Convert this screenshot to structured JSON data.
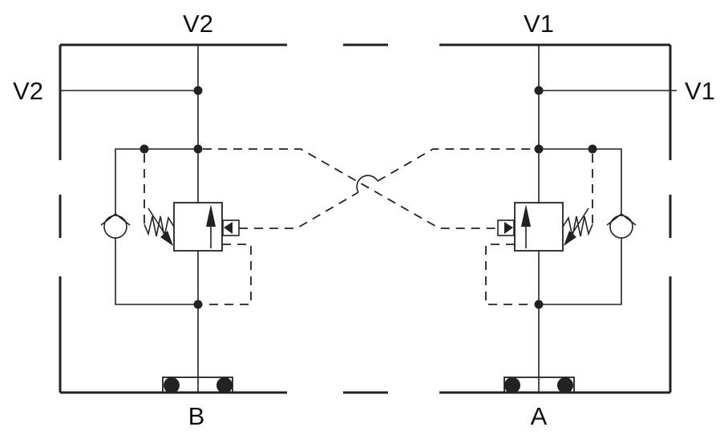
{
  "labels": {
    "v2_top": "V2",
    "v2_side": "V2",
    "v1_top": "V1",
    "v1_side": "V1",
    "port_b": "B",
    "port_a": "A"
  },
  "colors": {
    "line": "#222222",
    "background": "#ffffff"
  }
}
